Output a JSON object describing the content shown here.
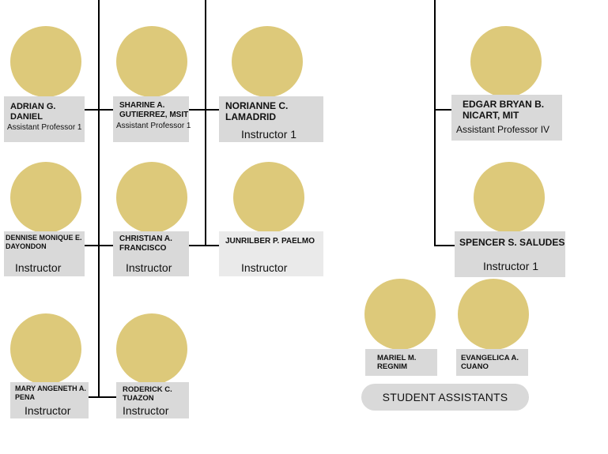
{
  "members": {
    "adrian": {
      "name": "ADRIAN G. DANIEL",
      "title": "Assistant Professor 1"
    },
    "sharine": {
      "name": "SHARINE A. GUTIERREZ, MSIT",
      "title": "Assistant Professor 1"
    },
    "norianne": {
      "name": "NORIANNE C. LAMADRID",
      "title": "Instructor 1"
    },
    "edgar": {
      "name": "EDGAR BRYAN B. NICART, MIT",
      "title": "Assistant Professor IV"
    },
    "dennise": {
      "name": "DENNISE MONIQUE E. DAYONDON",
      "title": "Instructor"
    },
    "christian": {
      "name": "CHRISTIAN A. FRANCISCO",
      "title": "Instructor"
    },
    "junrilber": {
      "name": "JUNRILBER P. PAELMO",
      "title": "Instructor"
    },
    "spencer": {
      "name": "SPENCER S. SALUDES",
      "title": "Instructor 1"
    },
    "mary": {
      "name": "MARY ANGENETH A. PENA",
      "title": "Instructor"
    },
    "roderick": {
      "name": "RODERICK C. TUAZON",
      "title": "Instructor"
    },
    "mariel": {
      "name": "MARIEL M. REGNIM"
    },
    "evangelica": {
      "name": "EVANGELICA A. CUANO"
    }
  },
  "student_assistants_label": "STUDENT ASSISTANTS",
  "colors": {
    "avatar": "#ddc97a",
    "card": "#d9d9d9",
    "card_light": "#eaeaea",
    "line": "#000000"
  }
}
